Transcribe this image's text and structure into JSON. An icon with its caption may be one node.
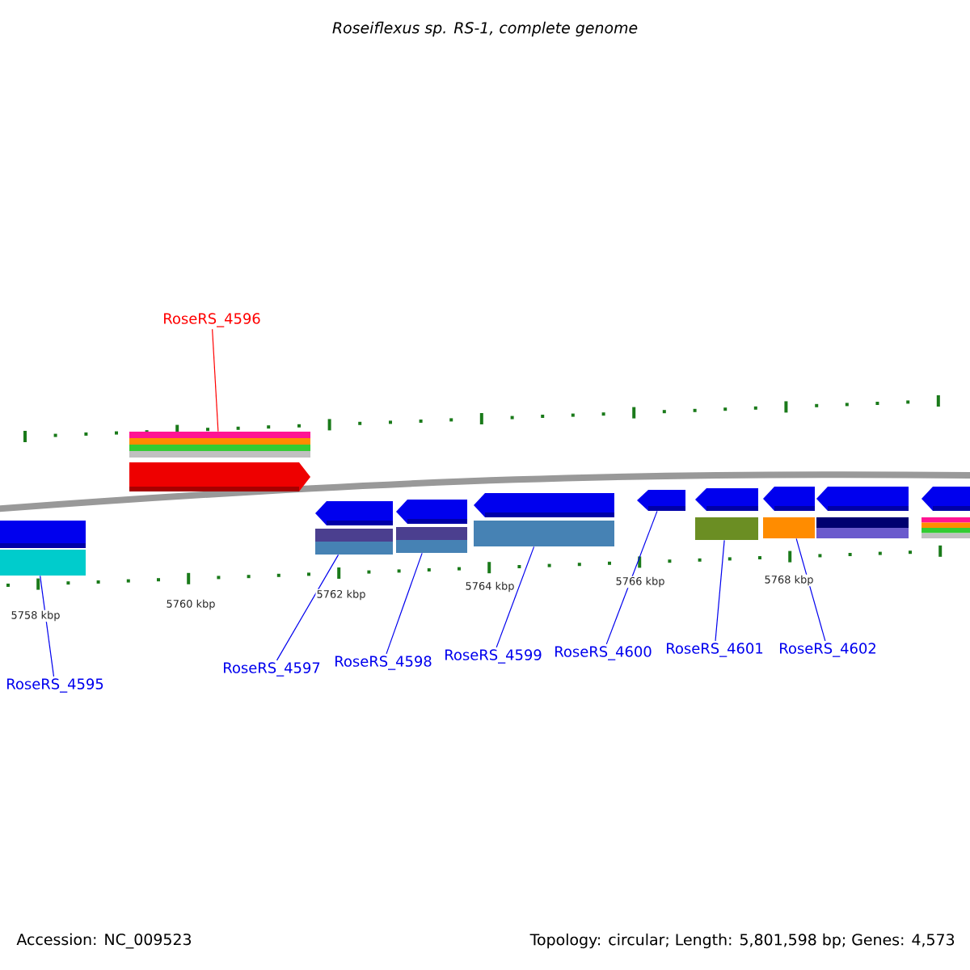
{
  "diagram": {
    "title": "Roseiflexus sp. RS-1, complete genome",
    "nodes": [
      {
        "text": [
          "RoseRS_4596"
        ]
      },
      {
        "text": [
          "RoseRS_4595"
        ]
      },
      {
        "text": [
          "RoseRS_4597"
        ]
      },
      {
        "text": [
          "RoseRS_4598"
        ]
      },
      {
        "text": [
          "RoseRS_4599"
        ]
      },
      {
        "text": [
          "RoseRS_4600"
        ]
      },
      {
        "text": [
          "RoseRS_4601"
        ]
      },
      {
        "text": [
          "RoseRS_4602"
        ]
      },
      {
        "text": [],
        "shape": "box"
      },
      {
        "text": [],
        "shape": "box"
      },
      {
        "text": [],
        "shape": "box"
      },
      {
        "text": [],
        "shape": "box"
      },
      {
        "text": [],
        "shape": "box"
      },
      {
        "text": [],
        "shape": "box"
      },
      {
        "text": [],
        "shape": "box"
      },
      {
        "text": [],
        "shape": "box"
      },
      {
        "text": [],
        "shape": "box"
      },
      {
        "text": [],
        "shape": "box"
      }
    ],
    "edges": [
      {
        "from": 0,
        "to": 8,
        "arrow": "none",
        "color": "#ff0000"
      },
      {
        "from": 1,
        "to": 9,
        "arrow": "none"
      },
      {
        "from": 2,
        "to": 10,
        "arrow": "none"
      },
      {
        "from": 3,
        "to": 11,
        "arrow": "none"
      },
      {
        "from": 4,
        "to": 12,
        "arrow": "none"
      },
      {
        "from": 5,
        "to": 13,
        "arrow": "none"
      },
      {
        "from": 6,
        "to": 14,
        "arrow": "none"
      },
      {
        "from": 7,
        "to": 15,
        "arrow": "none"
      }
    ],
    "labels": [
      "5758 kbp",
      "5760 kbp",
      "5762 kbp",
      "5764 kbp",
      "5766 kbp",
      "5768 kbp",
      "Accession: NC_009523",
      "Topology: circular; Length: 5,801,598 bp; Genes: 4,573"
    ]
  }
}
